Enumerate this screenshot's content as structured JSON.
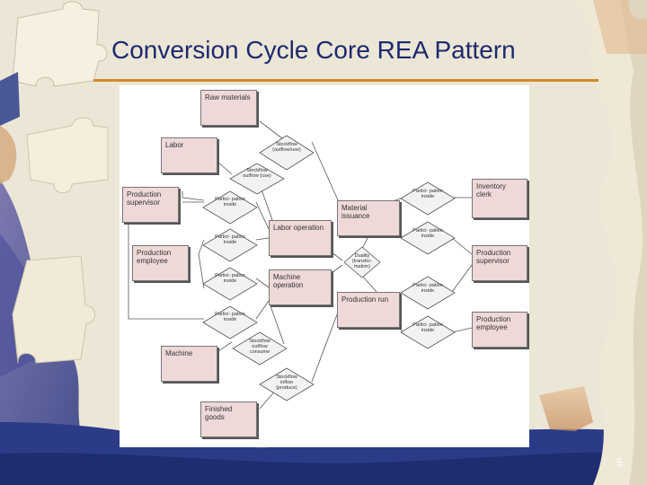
{
  "slide": {
    "title": "Conversion Cycle Core REA Pattern",
    "page_number": "5"
  },
  "colors": {
    "title": "#1d2a6e",
    "rule": "#d28a2a",
    "puzzle_light": "#f2ead8",
    "puzzle_blue": "#2e3e8c",
    "entity_fill": "#efd8d8"
  },
  "diagram": {
    "entities": {
      "raw_materials": "Raw materials",
      "labor": "Labor",
      "production_supervisor_left": "Production supervisor",
      "production_employee_left": "Production employee",
      "machine": "Machine",
      "finished_goods": "Finished goods",
      "labor_operation": "Labor operation",
      "machine_operation": "Machine operation",
      "material_issuance": "Material issuance",
      "production_run": "Production run",
      "inventory_clerk": "Inventory clerk",
      "production_supervisor_right": "Production supervisor",
      "production_employee_right": "Production employee"
    },
    "relationships": {
      "stockflow_outflow_use_1": "Stockflow (outflow/use)",
      "stockflow_outflow_use_2": "Stockflow outflow (use)",
      "participation_inside": "Partici- pation inside",
      "duality": "Duality (transfor- mation)",
      "stockflow_outflow_consume": "Stockflow outflow consume",
      "stockflow_inflow_produce": "Stockflow inflow (produce)"
    }
  }
}
